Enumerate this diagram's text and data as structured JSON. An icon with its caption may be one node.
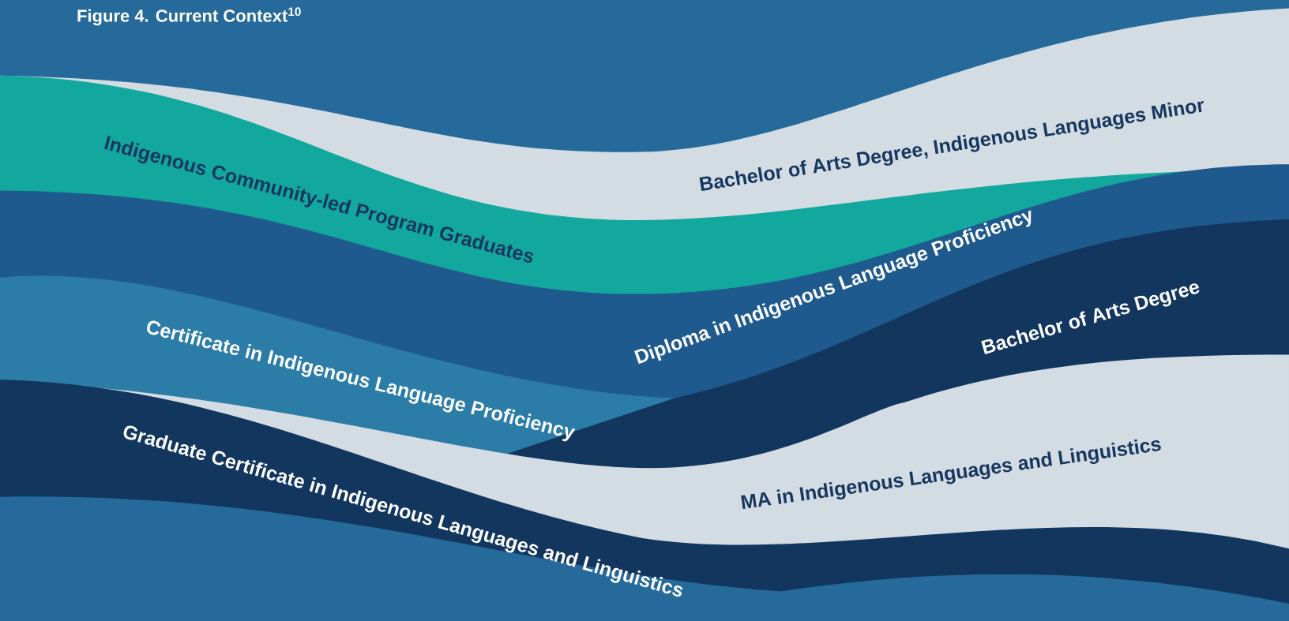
{
  "diagram": {
    "title": "Figure 4. Current Context$^{10}$",
    "nodes": [
      {
        "text": [
          "Indigenous Community-led Program Graduates"
        ]
      },
      {
        "text": [
          "Bachelor of Arts Degree, Indigenous Languages Minor"
        ]
      },
      {
        "text": [
          "Diploma in Indigenous Language Proficiency"
        ]
      },
      {
        "text": [
          "Bachelor of Arts Degree"
        ]
      },
      {
        "text": [
          "Certificate in Indigenous Language Proficiency"
        ]
      },
      {
        "text": [
          "MA in Indigenous Languages and Linguistics"
        ]
      },
      {
        "text": [
          "Graduate Certificate in Indigenous Languages and Linguistics"
        ]
      }
    ]
  }
}
